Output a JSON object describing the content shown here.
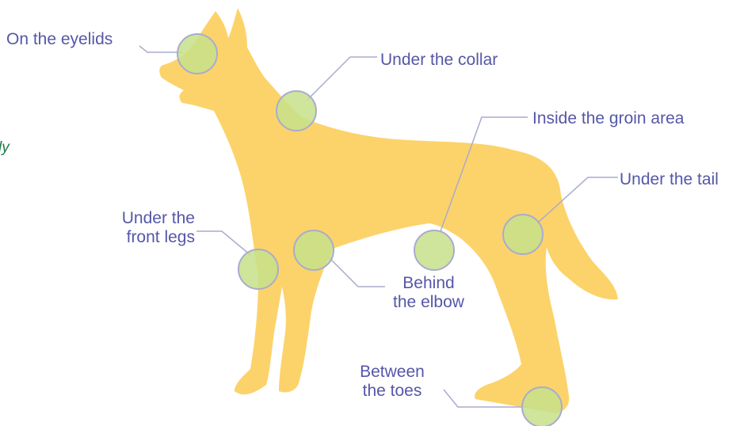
{
  "diagram": {
    "colors": {
      "dog_fill": "#fcd36a",
      "spot_fill": "#c6e08a",
      "spot_stroke": "#a9abce",
      "leader_line": "#a9abce",
      "label_text": "#5557a8",
      "partial_text": "#1f7a4a"
    },
    "partial_text": "ly",
    "labels": {
      "eyelids": "On the eyelids",
      "collar": "Under the collar",
      "groin": "Inside the groin area",
      "tail": "Under the tail",
      "front_legs_line1": "Under the",
      "front_legs_line2": "front legs",
      "elbow_line1": "Behind",
      "elbow_line2": "the elbow",
      "toes_line1": "Between",
      "toes_line2": "the toes"
    }
  }
}
